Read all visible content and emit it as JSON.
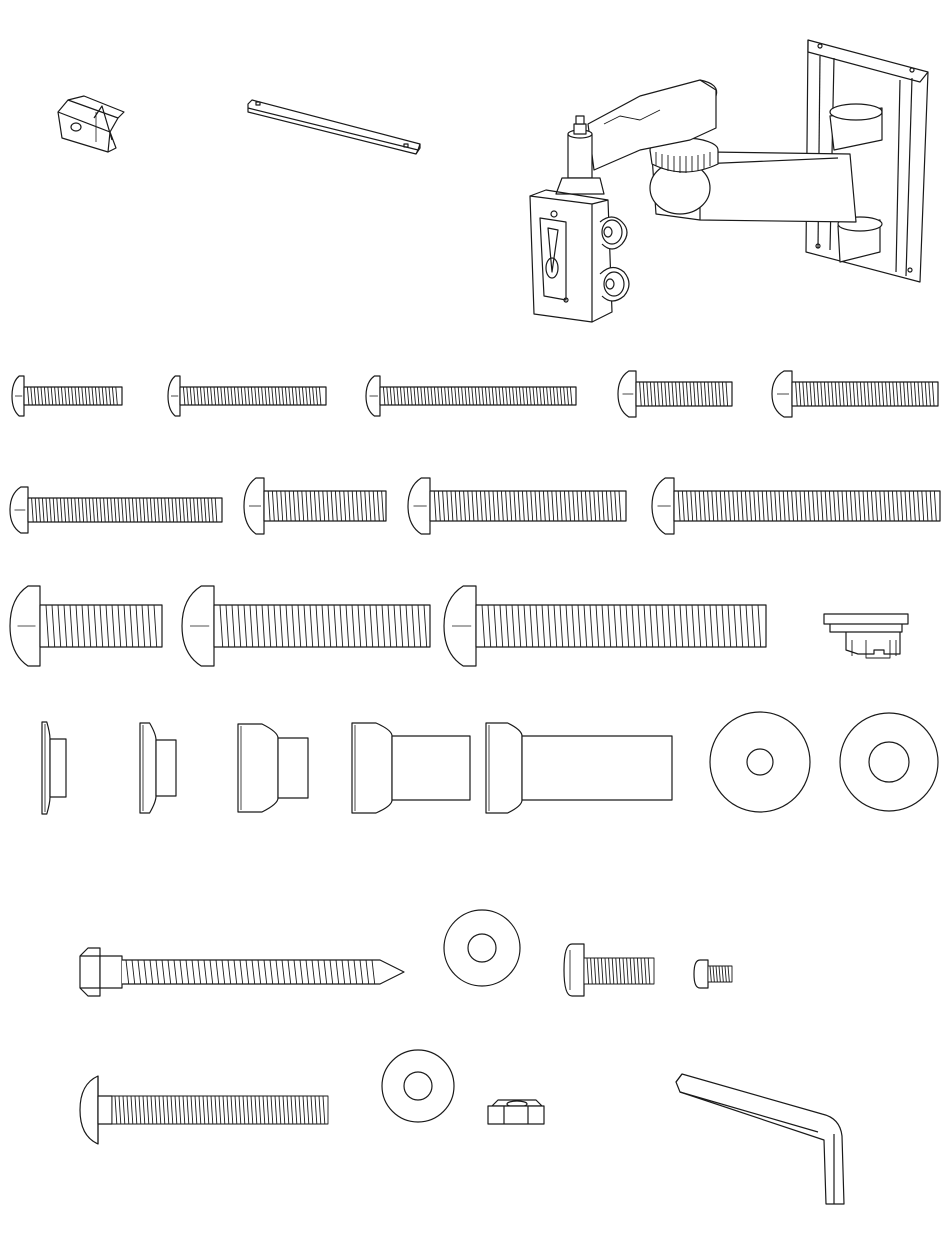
{
  "sheet": {
    "ink": "#1a1a1a",
    "paper": "#ffffff",
    "bracket": {
      "name": "wall-mount-arm-bracket"
    },
    "parts": {
      "row1": [
        {
          "name": "clip-nut",
          "icon": "clip-nut-icon"
        },
        {
          "name": "flat-bar",
          "icon": "flat-bar-icon"
        }
      ],
      "row2": [
        {
          "name": "screw-m4-short"
        },
        {
          "name": "screw-m4-medium"
        },
        {
          "name": "screw-m4-long"
        },
        {
          "name": "screw-m5-short"
        },
        {
          "name": "screw-m5-long"
        }
      ],
      "row3": [
        {
          "name": "screw-m5-extra-long"
        },
        {
          "name": "screw-m6-short"
        },
        {
          "name": "screw-m6-medium"
        },
        {
          "name": "screw-m6-long"
        }
      ],
      "row4": [
        {
          "name": "screw-m8-short"
        },
        {
          "name": "screw-m8-medium"
        },
        {
          "name": "screw-m8-long"
        },
        {
          "name": "cover-clip"
        }
      ],
      "row5": [
        {
          "name": "spacer-xs"
        },
        {
          "name": "spacer-s"
        },
        {
          "name": "spacer-m"
        },
        {
          "name": "spacer-l"
        },
        {
          "name": "spacer-xl"
        },
        {
          "name": "washer-small-hole"
        },
        {
          "name": "washer-large-hole"
        }
      ],
      "row6": [
        {
          "name": "lag-bolt"
        },
        {
          "name": "lag-washer"
        },
        {
          "name": "button-head-screw"
        },
        {
          "name": "small-screw"
        }
      ],
      "row7": [
        {
          "name": "carriage-bolt"
        },
        {
          "name": "flat-washer"
        },
        {
          "name": "hex-nut"
        },
        {
          "name": "allen-key"
        }
      ]
    }
  }
}
